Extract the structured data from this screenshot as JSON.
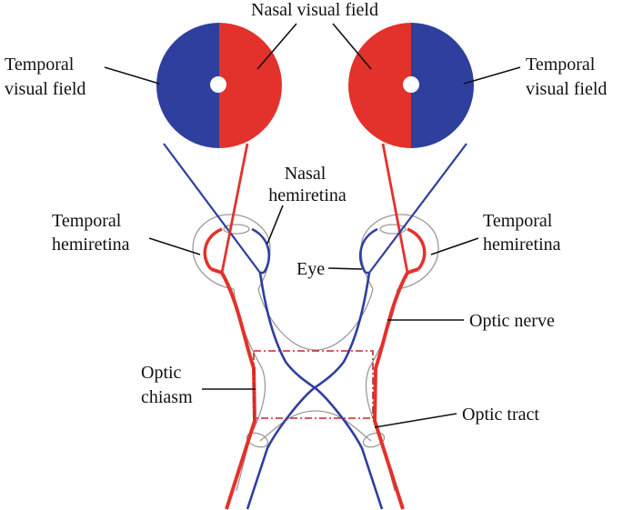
{
  "colors": {
    "red": "#e3322b",
    "blue": "#2f3f9e",
    "outline": "#9a9a9a",
    "text": "#111111",
    "chiasm_box": "#c0282a"
  },
  "labels": {
    "nasal_visual_field": "Nasal visual field",
    "temporal_visual_field_left": [
      "Temporal",
      "visual field"
    ],
    "temporal_visual_field_right": [
      "Temporal",
      "visual field"
    ],
    "nasal_hemiretina": [
      "Nasal",
      "hemiretina"
    ],
    "temporal_hemiretina_left": [
      "Temporal",
      "hemiretina"
    ],
    "temporal_hemiretina_right": [
      "Temporal",
      "hemiretina"
    ],
    "eye": "Eye",
    "optic_nerve": "Optic nerve",
    "optic_chiasm": [
      "Optic",
      "chiasm"
    ],
    "optic_tract": "Optic tract"
  }
}
